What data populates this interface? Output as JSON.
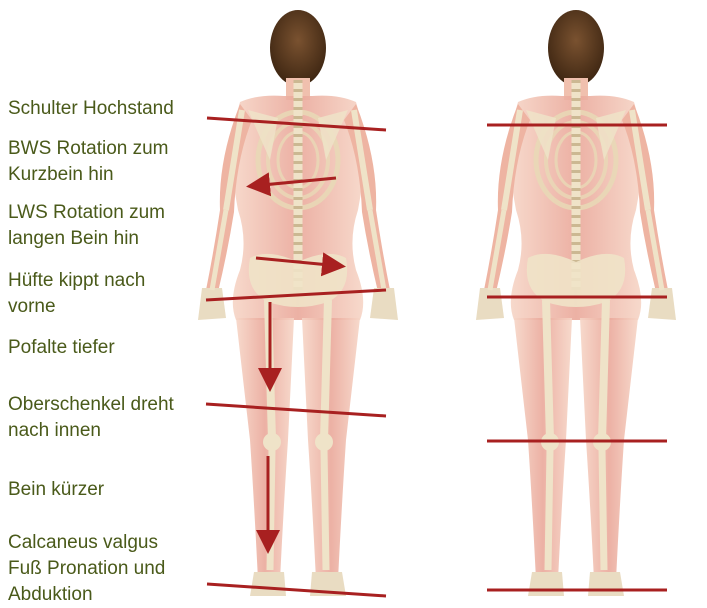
{
  "annotations": [
    {
      "lines": [
        "Schulter Hochstand"
      ]
    },
    {
      "lines": [
        "BWS Rotation zum",
        "Kurzbein hin"
      ]
    },
    {
      "lines": [
        "LWS Rotation zum",
        "langen Bein hin"
      ]
    },
    {
      "lines": [
        "Hüfte kippt nach",
        "vorne"
      ]
    },
    {
      "lines": [
        "Pofalte tiefer"
      ]
    },
    {
      "lines": [
        "Oberschenkel dreht",
        "nach innen"
      ]
    },
    {
      "lines": [
        "Bein kürzer"
      ]
    },
    {
      "lines": [
        "Calcaneus valgus",
        "Fuß Pronation und",
        "Abduktion"
      ]
    }
  ],
  "colors": {
    "label_text": "#4a5a1a",
    "marker_line": "#a82020",
    "hair": "#5a3a1e",
    "skin": "#f2c7b4",
    "muscle": "#e48f84",
    "bone": "#efe3c8",
    "bone_shadow": "#cbb892"
  }
}
